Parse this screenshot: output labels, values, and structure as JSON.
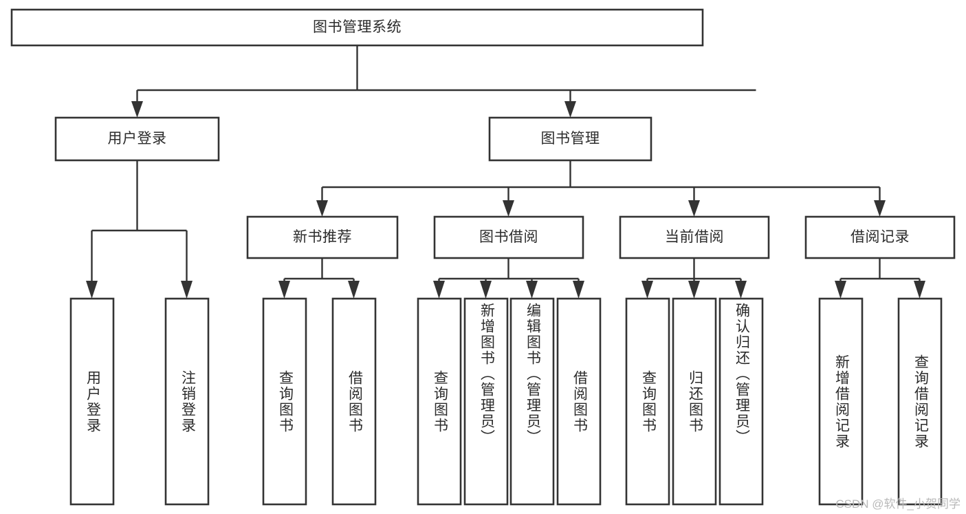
{
  "diagram": {
    "type": "tree-hierarchy",
    "title": "图书管理系统",
    "watermark": "CSDN @软件_小贺同学",
    "colors": {
      "stroke": "#333333",
      "fill": "#ffffff",
      "text": "#2b2b2b",
      "watermark": "#b9b9b9",
      "background": "#ffffff"
    },
    "levels": {
      "root": {
        "label": "图书管理系统"
      },
      "level2": [
        {
          "label": "用户登录"
        },
        {
          "label": "图书管理"
        }
      ],
      "level3": [
        {
          "label": "新书推荐"
        },
        {
          "label": "图书借阅"
        },
        {
          "label": "当前借阅"
        },
        {
          "label": "借阅记录"
        }
      ],
      "leaves": [
        {
          "label": "用户登录",
          "parent": "用户登录"
        },
        {
          "label": "注销登录",
          "parent": "用户登录"
        },
        {
          "label": "查询图书",
          "parent": "新书推荐"
        },
        {
          "label": "借阅图书",
          "parent": "新书推荐"
        },
        {
          "label": "查询图书",
          "parent": "图书借阅"
        },
        {
          "label": "新增图书（管理员）",
          "parent": "图书借阅"
        },
        {
          "label": "编辑图书（管理员）",
          "parent": "图书借阅"
        },
        {
          "label": "借阅图书",
          "parent": "图书借阅"
        },
        {
          "label": "查询图书",
          "parent": "当前借阅"
        },
        {
          "label": "归还图书",
          "parent": "当前借阅"
        },
        {
          "label": "确认归还（管理员）",
          "parent": "当前借阅"
        },
        {
          "label": "新增借阅记录",
          "parent": "借阅记录"
        },
        {
          "label": "查询借阅记录",
          "parent": "借阅记录"
        }
      ]
    }
  }
}
